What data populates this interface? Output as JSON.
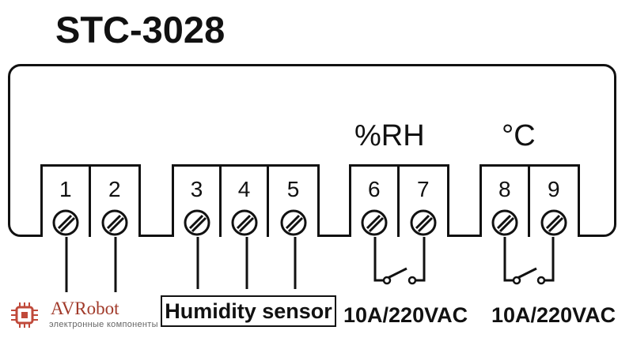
{
  "title": "STC-3028",
  "terminals": [
    {
      "number": "1"
    },
    {
      "number": "2"
    },
    {
      "number": "3"
    },
    {
      "number": "4"
    },
    {
      "number": "5"
    },
    {
      "number": "6"
    },
    {
      "number": "7"
    },
    {
      "number": "8"
    },
    {
      "number": "9"
    }
  ],
  "labels": {
    "humidity_output": "%RH",
    "temperature_output": "°C",
    "sensor": "Humidity sensor",
    "relay_rating_1": "10A/220VAC",
    "relay_rating_2": "10A/220VAC"
  },
  "watermark": {
    "brand": "AVRobot",
    "tagline": "электронные компоненты",
    "color": "#a13a2a"
  },
  "colors": {
    "line": "#111111",
    "background": "#ffffff"
  }
}
